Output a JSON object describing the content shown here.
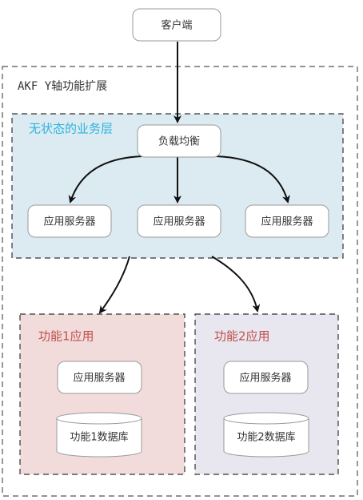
{
  "client": {
    "label": "客户端"
  },
  "outer_container": {
    "title": "AKF Y轴功能扩展"
  },
  "stateless_layer": {
    "title": "无状态的业务层",
    "load_balancer": "负载均衡",
    "servers": [
      "应用服务器",
      "应用服务器",
      "应用服务器"
    ]
  },
  "function1": {
    "title": "功能1应用",
    "server": "应用服务器",
    "database": "功能1数据库"
  },
  "function2": {
    "title": "功能2应用",
    "server": "应用服务器",
    "database": "功能2数据库"
  },
  "colors": {
    "stateless_layer_fill": "#dcebf2",
    "function1_fill": "#f2dcdb",
    "function2_fill": "#e8e6ee",
    "layer_title": "#2eb3dc",
    "function_title": "#c0504d",
    "arrow": "#111111"
  }
}
